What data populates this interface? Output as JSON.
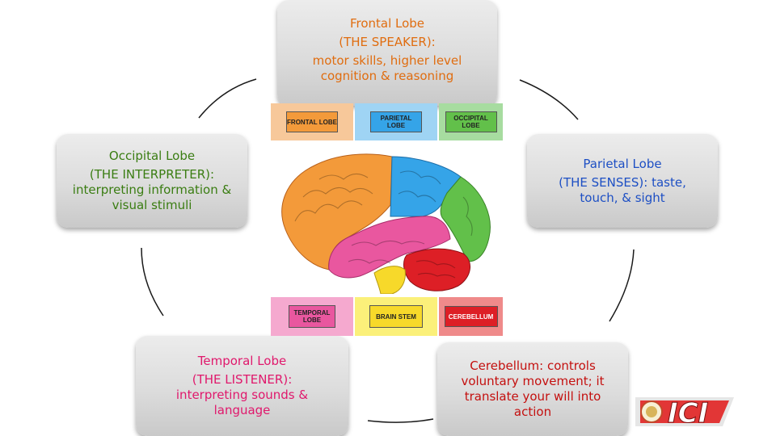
{
  "boxes": {
    "frontal": {
      "title": "Frontal Lobe",
      "role": "(THE SPEAKER):",
      "desc": "motor skills, higher level cognition & reasoning"
    },
    "occipital": {
      "title": "Occipital Lobe",
      "role": "(THE INTERPRETER):",
      "desc": "interpreting information & visual stimuli"
    },
    "parietal": {
      "title": "Parietal Lobe",
      "role": "(THE SENSES): taste, touch, & sight"
    },
    "temporal": {
      "title": "Temporal Lobe",
      "role": "(THE LISTENER):",
      "desc": "interpreting sounds & language"
    },
    "cerebellum": {
      "title": "Cerebellum: controls voluntary movement; it translate your will into action"
    }
  },
  "brain_labels": {
    "frontal": "FRONTAL LOBE",
    "parietal": "PARIETAL LOBE",
    "occipital": "OCCIPITAL LOBE",
    "temporal": "TEMPORAL LOBE",
    "brainstem": "BRAIN STEM",
    "cerebellum": "CEREBELLUM"
  },
  "colors": {
    "frontal": "#f39a3a",
    "parietal": "#35a4e8",
    "occipital": "#62c04a",
    "temporal": "#e9579f",
    "brainstem": "#f7d92a",
    "cerebellum": "#dd1f26"
  },
  "logo_text": "ICI"
}
